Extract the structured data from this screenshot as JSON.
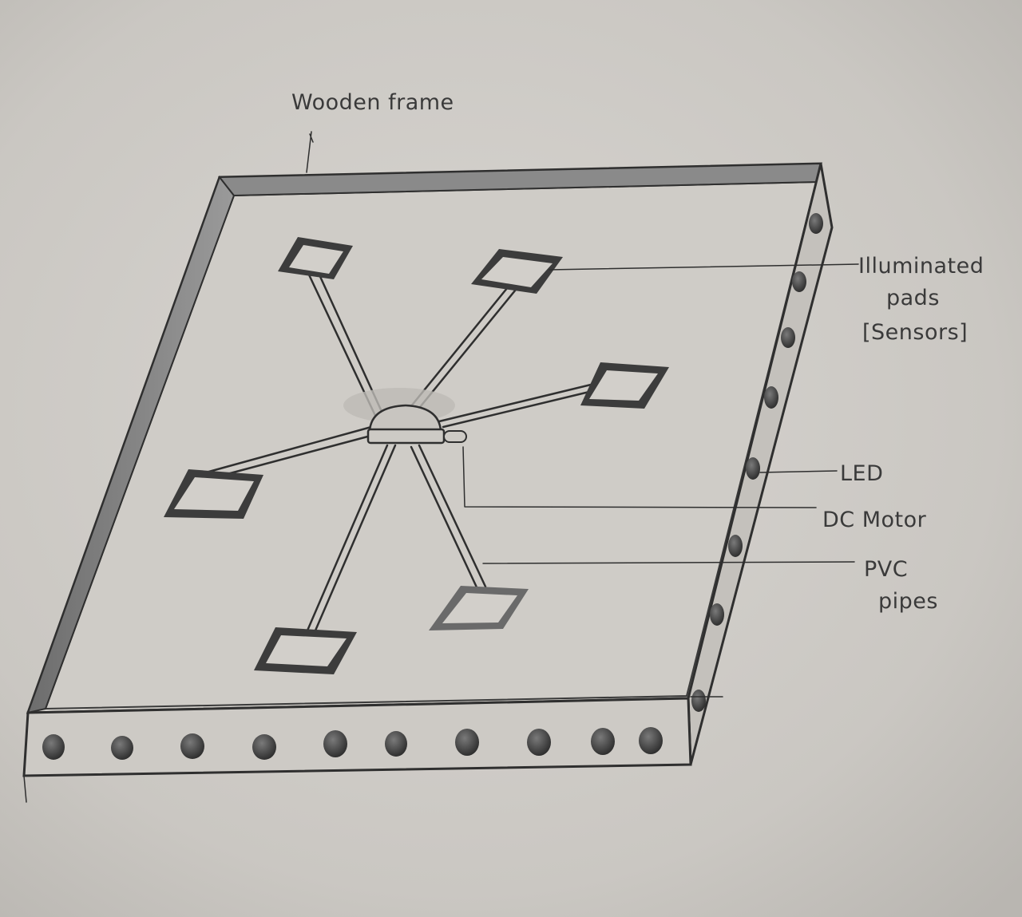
{
  "diagram": {
    "labels": {
      "wooden_frame": "Wooden frame",
      "illuminated_line1": "Illuminated",
      "illuminated_line2": "pads",
      "illuminated_line3": "[Sensors]",
      "led": "LED",
      "dc_motor": "DC Motor",
      "pvc_line1": "PVC",
      "pvc_line2": "pipes"
    },
    "colors": {
      "paper": "#cbc8c3",
      "pencil": "#2f2f2f"
    }
  }
}
